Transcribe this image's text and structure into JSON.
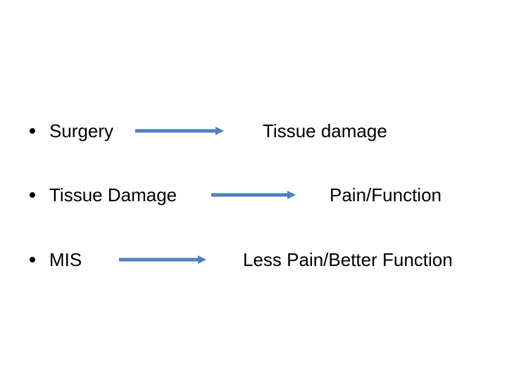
{
  "slide": {
    "bullets": [
      {
        "term": "Surgery",
        "result": "Tissue damage"
      },
      {
        "term": "Tissue Damage",
        "result": "Pain/Function"
      },
      {
        "term": "MIS",
        "result": "Less Pain/Better Function"
      }
    ]
  },
  "colors": {
    "arrow": "#4F81BD",
    "text": "#000000"
  }
}
